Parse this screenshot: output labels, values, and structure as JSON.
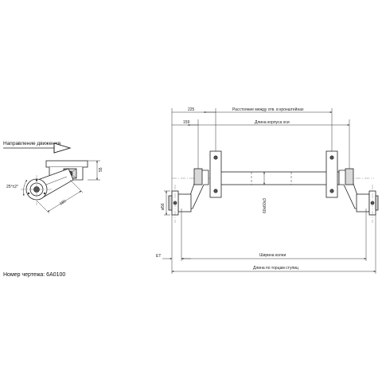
{
  "side_view": {
    "direction_label": "Направление движения",
    "dim_angle": "25°±2°",
    "dim_height": "55",
    "dim_length": "180"
  },
  "drawing_number": {
    "text": "Номер чертежа: 6А0100"
  },
  "front_view": {
    "dim_225": "225",
    "label_bracket_distance": "Расстояние между отв. в кронштейнах",
    "dim_159": "159",
    "label_body_length": "Длина корпуса оси",
    "dim_tube": "60х60х3",
    "dim_diam": "ø56",
    "dim_et": "ET",
    "label_track": "Ширина колеи",
    "label_hub_length": "Длина по торцам ступиц"
  }
}
